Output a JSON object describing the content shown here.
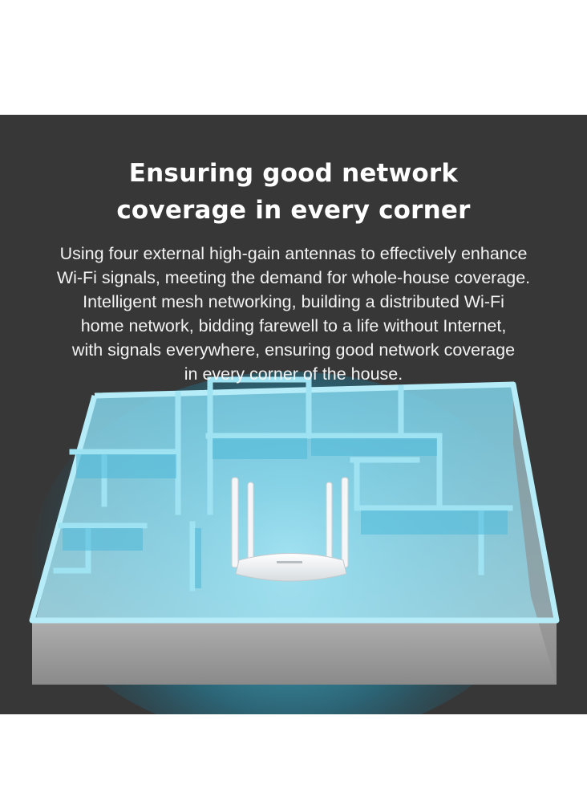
{
  "banner": {
    "headline_line1": "Ensuring good network",
    "headline_line2": "coverage in every corner",
    "description_lines": [
      "Using four external high-gain antennas to effectively enhance",
      "Wi-Fi signals, meeting the demand for whole-house coverage.",
      "Intelligent mesh networking, building a distributed Wi-Fi",
      "home network, bidding farewell to a life without Internet,",
      "with signals everywhere, ensuring good network coverage",
      "in every corner of the house."
    ]
  },
  "colors": {
    "background": "#373737",
    "headline": "#ffffff",
    "body_text": "#f2f2f2",
    "signal_blue": "#2fb8de",
    "wall_top": "#8fd6ea",
    "outer_wall": "#9a9a9a"
  },
  "illustration": {
    "subject": "floor-plan-with-wifi-router",
    "antenna_count": 4
  }
}
